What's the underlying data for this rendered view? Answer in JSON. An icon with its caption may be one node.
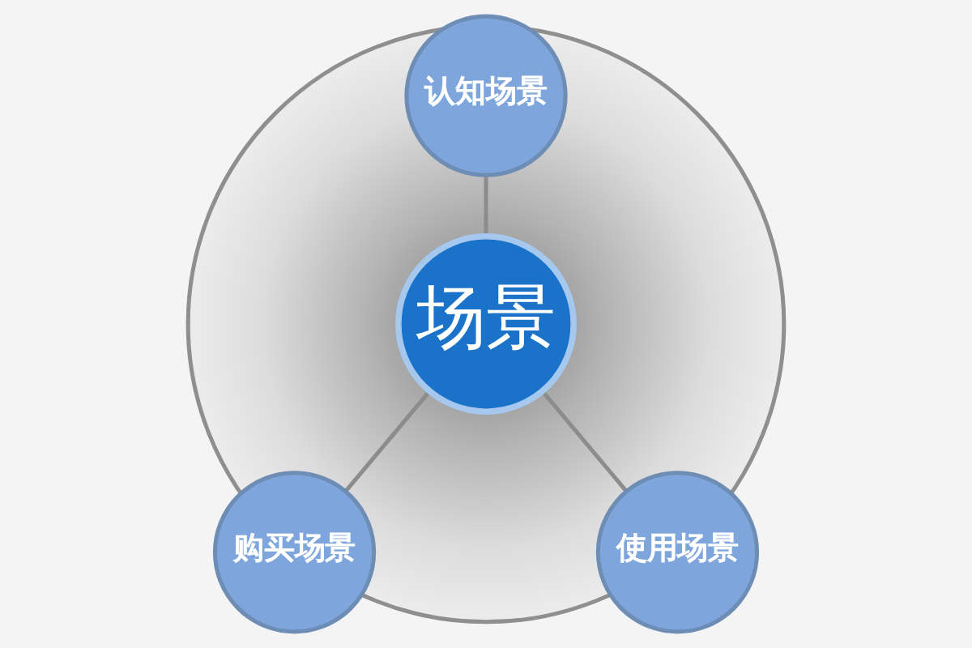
{
  "diagram": {
    "nodes": [
      {
        "text": [
          "认知场景"
        ]
      },
      {
        "text": [
          "场景"
        ]
      },
      {
        "text": [
          "购买场景"
        ]
      },
      {
        "text": [
          "使用场景"
        ]
      }
    ],
    "edges": [
      {
        "from": 0,
        "to": 1,
        "arrow": "none"
      },
      {
        "from": 1,
        "to": 2,
        "arrow": "none"
      },
      {
        "from": 1,
        "to": 3,
        "arrow": "none"
      }
    ]
  }
}
